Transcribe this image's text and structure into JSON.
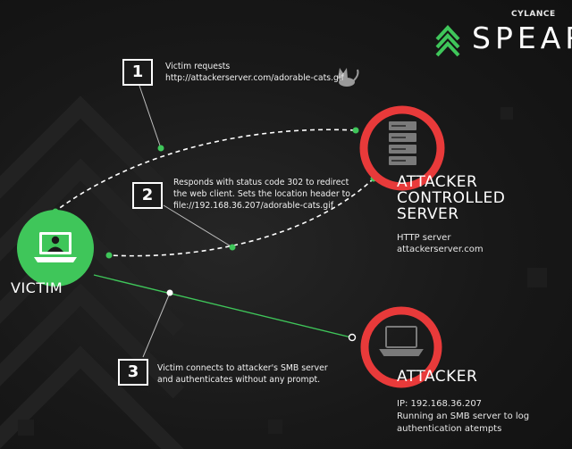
{
  "brand": {
    "top": "CYLANCE",
    "name": "SPEAR"
  },
  "steps": [
    {
      "number": "1",
      "lines": [
        "Victim requests",
        "http://attackerserver.com/adorable-cats.gif"
      ]
    },
    {
      "number": "2",
      "lines": [
        "Responds with status code 302 to redirect",
        "the web client. Sets the location header to",
        "file://192.168.36.207/adorable-cats.gif"
      ]
    },
    {
      "number": "3",
      "lines": [
        "Victim connects to attacker's SMB server",
        "and authenticates without any prompt."
      ]
    }
  ],
  "server": {
    "title_lines": [
      "ATTACKER",
      "CONTROLLED",
      "SERVER"
    ],
    "info_lines": [
      "HTTP server",
      "attackerserver.com"
    ]
  },
  "attacker": {
    "title": "ATTACKER",
    "info_lines": [
      "IP: 192.168.36.207",
      "Running an SMB server to log",
      "authentication atempts"
    ]
  },
  "victim": {
    "label": "VICTIM"
  },
  "colors": {
    "green": "#3fc65a",
    "red": "#e83a3a",
    "white": "#ffffff",
    "background": "#161616"
  },
  "icons": [
    "spear-chevron-logo-icon",
    "cat-icon",
    "server-rack-icon",
    "laptop-icon",
    "user-laptop-icon"
  ]
}
